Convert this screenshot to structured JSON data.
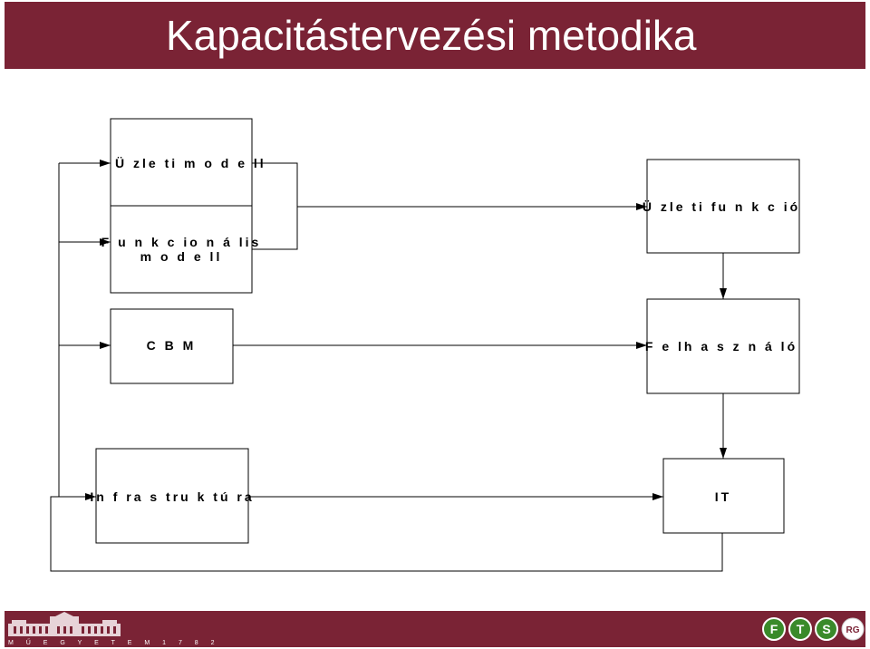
{
  "header": {
    "title": "Kapacitástervezési metodika"
  },
  "nodes": {
    "uzleti_modell": "Ü zle ti  m o d e ll",
    "funkcionalis_modell_line1": "F u n k c io n á lis",
    "funkcionalis_modell_line2": "m o d e ll",
    "cbm": "C B M",
    "infrastruktura": "In f ra s tru k tú ra",
    "uzleti_funkcio": "Ü zle ti  fu n k c ió",
    "felhasznalo": "F e lh a s z n á ló",
    "it": "IT"
  },
  "footer": {
    "university_text": "M Ű E G Y E T E M  1 7 8 2",
    "logo_letters": [
      "F",
      "T",
      "S",
      "RG"
    ]
  },
  "colors": {
    "brand": "#7a2335",
    "logo_green": "#3a8a2a"
  }
}
